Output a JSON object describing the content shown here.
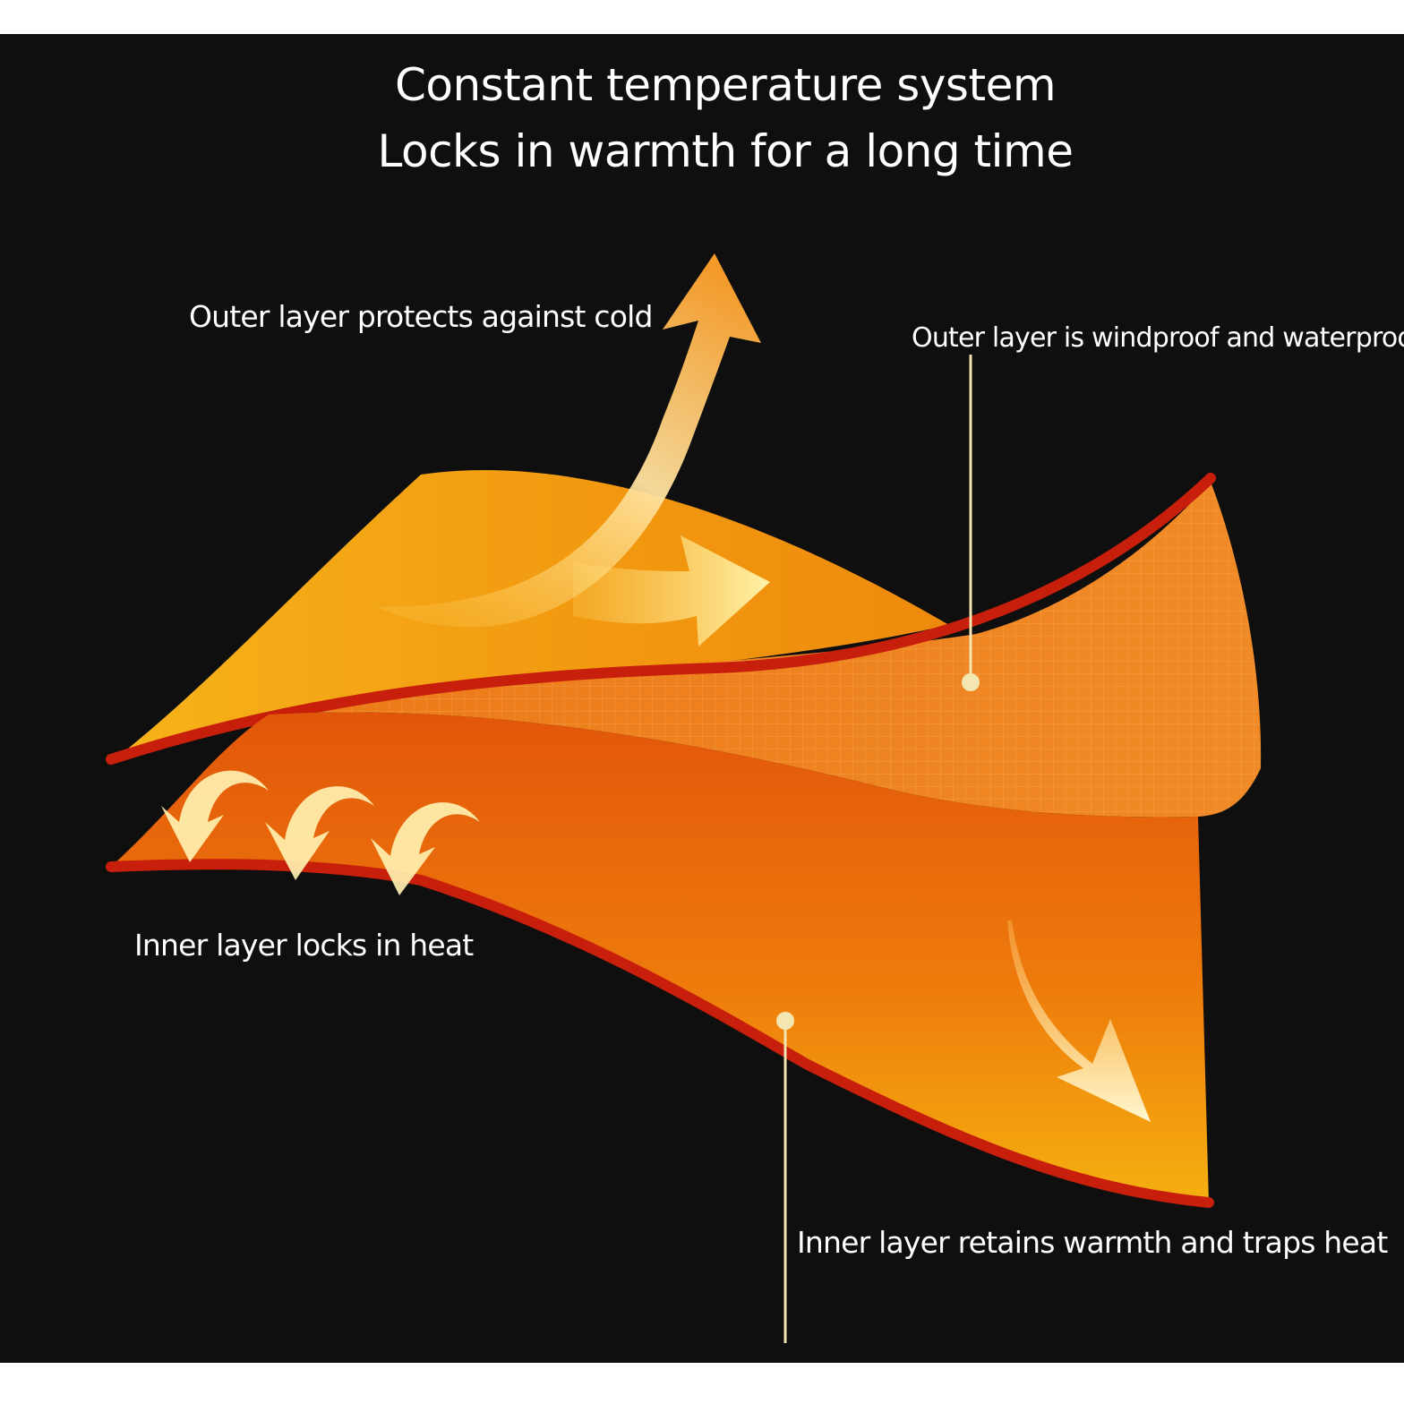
{
  "title": {
    "line1": "Constant temperature system",
    "line2": "Locks in warmth for a long time"
  },
  "labels": {
    "outer_cold": "Outer layer protects against cold",
    "outer_windproof": "Outer layer is windproof and waterproof",
    "inner_locks": "Inner layer locks in heat",
    "inner_retains": "Inner layer retains warmth and traps heat"
  },
  "colors": {
    "background": "#0f0f0f",
    "outer_layer": "#f5a20f",
    "inner_layer": "#ec6a08",
    "edge": "#c71f0c",
    "arrow": "#fff1b8",
    "pointer": "#f3e6b0"
  }
}
